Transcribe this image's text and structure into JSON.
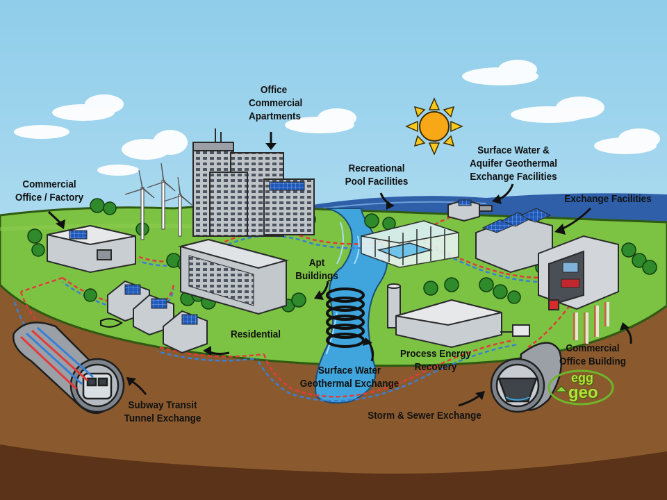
{
  "labels": {
    "office_commercial_apartments": [
      "Office",
      "Commercial",
      "Apartments"
    ],
    "commercial_office_factory": [
      "Commercial",
      "Office / Factory"
    ],
    "recreational_pool": [
      "Recreational",
      "Pool Facilities"
    ],
    "surface_water_aquifer": [
      "Surface Water &",
      "Aquifer Geothermal",
      "Exchange Facilities"
    ],
    "exchange_facilities": [
      "Exchange Facilities"
    ],
    "apt_buildings": [
      "Apt",
      "Buildings"
    ],
    "residential": [
      "Residential"
    ],
    "process_energy_recovery": [
      "Process Energy",
      "Recovery"
    ],
    "surface_water_geothermal": [
      "Surface Water",
      "Geothermal Exchange"
    ],
    "commercial_office_building": [
      "Commercial",
      "Office Building"
    ],
    "subway_transit": [
      "Subway Transit",
      "Tunnel Exchange"
    ],
    "storm_sewer": [
      "Storm & Sewer Exchange"
    ]
  },
  "logo": {
    "top": "egg",
    "bottom": "geo"
  },
  "colors": {
    "sky": "#aeddf2",
    "grass": "#7cc243",
    "soil": "#8a5a2e",
    "deep_soil": "#5a3318",
    "water": "#3fa5dc",
    "pipe_red": "#e23b3b",
    "pipe_blue": "#3a7fd6",
    "sun": "#f8b415"
  }
}
